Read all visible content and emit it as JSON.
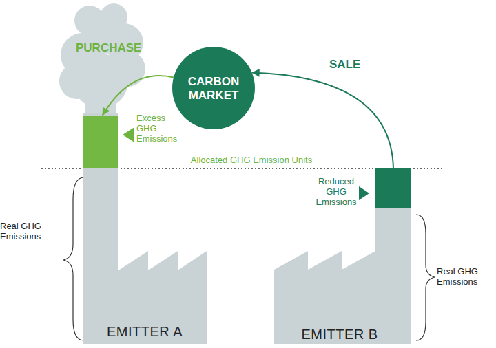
{
  "diagram": {
    "nodes": [
      {
        "text": [
          "EMITTER A"
        ]
      },
      {
        "text": [
          "Excess GHG Emissions"
        ]
      },
      {
        "text": [
          "CARBON MARKET"
        ]
      },
      {
        "text": [
          "EMITTER B"
        ]
      },
      {
        "text": [
          "Reduced GHG Emissions"
        ]
      }
    ],
    "edges": [
      {
        "from": 2,
        "to": 1,
        "label": "PURCHASE",
        "arrow": "to"
      },
      {
        "from": 4,
        "to": 2,
        "label": "SALE",
        "arrow": "to"
      }
    ],
    "labels": [
      "Allocated GHG Emission Units",
      "Real GHG Emissions",
      "Real GHG Emissions"
    ]
  }
}
